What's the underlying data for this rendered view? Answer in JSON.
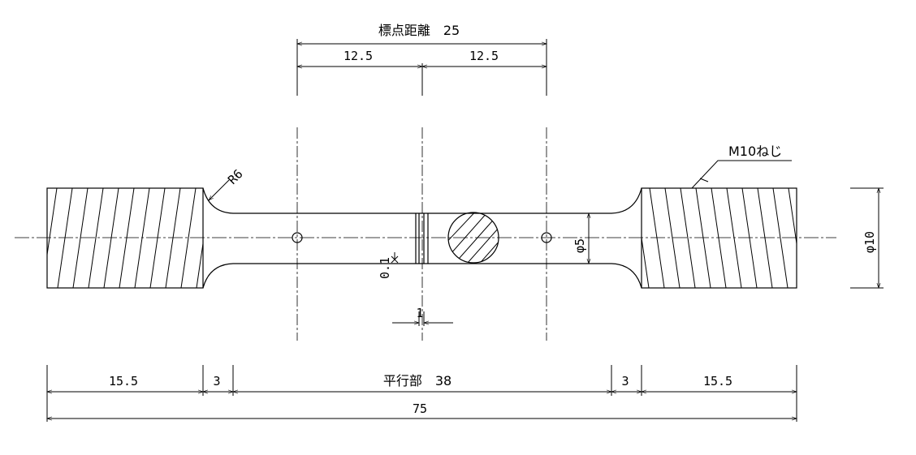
{
  "drawing": {
    "gauge_length_label": "標点距離　25",
    "half_left": "12.5",
    "half_right": "12.5",
    "radius_label": "R6",
    "thread_label": "M10ねじ",
    "dia_small": "φ5",
    "dia_large": "φ10",
    "groove_depth": "0.1",
    "groove_width": "1",
    "grip_left": "15.5",
    "fillet_left": "3",
    "parallel_label": "平行部　38",
    "fillet_right": "3",
    "grip_right": "15.5",
    "total_length": "75"
  }
}
